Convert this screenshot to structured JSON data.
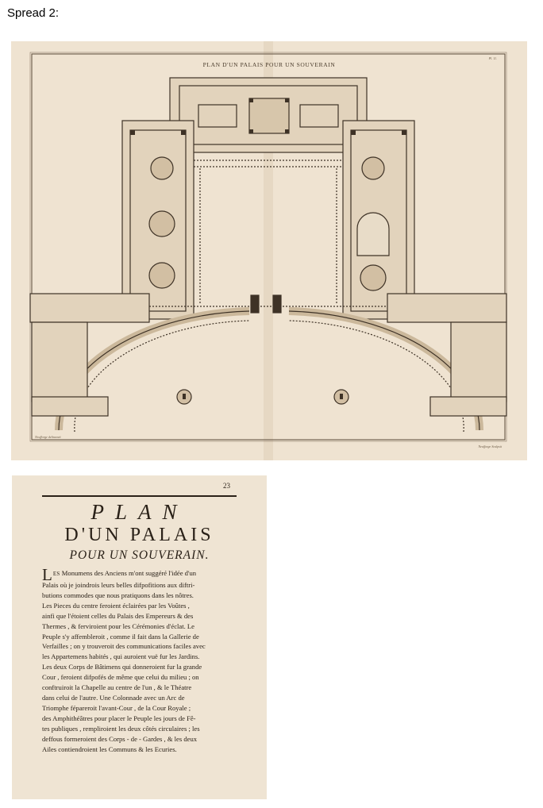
{
  "spread_label": "Spread 2:",
  "plate": {
    "title": "PLAN D'UN PALAIS POUR UN SOUVERAIN",
    "plate_number": "Pl. 11.",
    "credit_left": "Neufforge delineavit",
    "credit_right": "Neufforge Sculpsit"
  },
  "text_page": {
    "page_number": "23",
    "title_line1": "PLAN",
    "title_line2": "D'UN PALAIS",
    "title_line3": "POUR UN SOUVERAIN.",
    "dropcap": "L",
    "first_word_rest": "ES",
    "lines": [
      " Monumens des Anciens m'ont suggéré l'idée d'un",
      "Palais où je joindrois leurs belles difpofitions aux diftri-",
      "butions commodes que nous pratiquons dans les nôtres.",
      "Les Pieces du centre feroient éclairées par les Voûtes ,",
      "ainfi que l'étoient celles du Palais des Empereurs & des",
      "Thermes , & ferviroient pour les Cérémonies d'éclat. Le",
      "Peuple s'y affembleroit , comme il fait dans la Gallerie de",
      "Verfailles ; on y trouveroit des communications faciles avec",
      "les Appartemens habités , qui auroient vuë fur les Jardins.",
      "Les deux Corps de Bâtimens qui donneroient fur la grande",
      "Cour , feroient difpofés de même que celui du milieu ; on",
      "conftruiroit la Chapelle au centre de l'un , & le Théatre",
      "dans celui de l'autre. Une Colonnade avec un Arc de",
      "Triomphe fépareroit l'avant-Cour , de la Cour Royale ;",
      "des Amphithéâtres pour placer le Peuple les jours de Fê-",
      "tes publiques , rempliroient les deux côtés circulaires ; les",
      "deffous formeroient des Corps - de - Gardes , & les deux",
      "Ailes contiendroient les Communs & les Ecuries."
    ]
  }
}
